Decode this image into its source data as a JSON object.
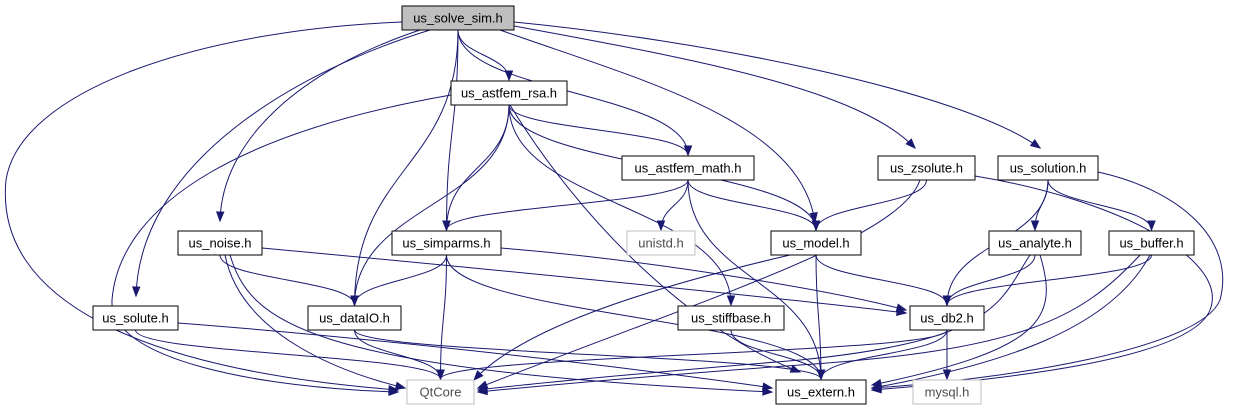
{
  "diagram": {
    "nodes": {
      "us_solve_sim": {
        "label": "us_solve_sim.h",
        "style": "root"
      },
      "us_astfem_rsa": {
        "label": "us_astfem_rsa.h",
        "style": "normal"
      },
      "us_astfem_math": {
        "label": "us_astfem_math.h",
        "style": "normal"
      },
      "us_zsolute": {
        "label": "us_zsolute.h",
        "style": "normal"
      },
      "us_solution": {
        "label": "us_solution.h",
        "style": "normal"
      },
      "us_noise": {
        "label": "us_noise.h",
        "style": "normal"
      },
      "us_simparms": {
        "label": "us_simparms.h",
        "style": "normal"
      },
      "unistd": {
        "label": "unistd.h",
        "style": "external"
      },
      "us_model": {
        "label": "us_model.h",
        "style": "normal"
      },
      "us_analyte": {
        "label": "us_analyte.h",
        "style": "normal"
      },
      "us_buffer": {
        "label": "us_buffer.h",
        "style": "normal"
      },
      "us_solute": {
        "label": "us_solute.h",
        "style": "normal"
      },
      "us_dataIO": {
        "label": "us_dataIO.h",
        "style": "normal"
      },
      "us_stiffbase": {
        "label": "us_stiffbase.h",
        "style": "normal"
      },
      "us_db2": {
        "label": "us_db2.h",
        "style": "normal"
      },
      "QtCore": {
        "label": "QtCore",
        "style": "external"
      },
      "us_extern": {
        "label": "us_extern.h",
        "style": "normal"
      },
      "mysql": {
        "label": "mysql.h",
        "style": "external"
      }
    },
    "edges": [
      [
        "us_solve_sim",
        "us_astfem_rsa"
      ],
      [
        "us_solve_sim",
        "us_astfem_math"
      ],
      [
        "us_solve_sim",
        "us_model"
      ],
      [
        "us_solve_sim",
        "us_zsolute"
      ],
      [
        "us_solve_sim",
        "us_solution"
      ],
      [
        "us_solve_sim",
        "us_noise"
      ],
      [
        "us_solve_sim",
        "us_simparms"
      ],
      [
        "us_solve_sim",
        "us_dataIO"
      ],
      [
        "us_solve_sim",
        "us_solute"
      ],
      [
        "us_solve_sim",
        "QtCore"
      ],
      [
        "us_astfem_rsa",
        "QtCore"
      ],
      [
        "us_astfem_rsa",
        "us_dataIO"
      ],
      [
        "us_astfem_rsa",
        "us_simparms"
      ],
      [
        "us_astfem_rsa",
        "us_astfem_math"
      ],
      [
        "us_astfem_rsa",
        "us_model"
      ],
      [
        "us_astfem_rsa",
        "us_stiffbase"
      ],
      [
        "us_astfem_rsa",
        "us_extern"
      ],
      [
        "us_astfem_math",
        "us_simparms"
      ],
      [
        "us_astfem_math",
        "unistd"
      ],
      [
        "us_astfem_math",
        "us_model"
      ],
      [
        "us_astfem_math",
        "us_extern"
      ],
      [
        "us_zsolute",
        "us_model"
      ],
      [
        "us_zsolute",
        "QtCore"
      ],
      [
        "us_zsolute",
        "us_extern"
      ],
      [
        "us_solution",
        "us_analyte"
      ],
      [
        "us_solution",
        "us_buffer"
      ],
      [
        "us_solution",
        "us_db2"
      ],
      [
        "us_solution",
        "us_extern"
      ],
      [
        "us_noise",
        "us_dataIO"
      ],
      [
        "us_noise",
        "us_db2"
      ],
      [
        "us_noise",
        "QtCore"
      ],
      [
        "us_noise",
        "us_extern"
      ],
      [
        "us_simparms",
        "us_dataIO"
      ],
      [
        "us_simparms",
        "QtCore"
      ],
      [
        "us_simparms",
        "us_db2"
      ],
      [
        "us_simparms",
        "us_extern"
      ],
      [
        "us_model",
        "QtCore"
      ],
      [
        "us_model",
        "us_db2"
      ],
      [
        "us_model",
        "us_extern"
      ],
      [
        "us_analyte",
        "us_db2"
      ],
      [
        "us_analyte",
        "QtCore"
      ],
      [
        "us_analyte",
        "us_extern"
      ],
      [
        "us_buffer",
        "us_db2"
      ],
      [
        "us_buffer",
        "QtCore"
      ],
      [
        "us_buffer",
        "us_extern"
      ],
      [
        "us_solute",
        "QtCore"
      ],
      [
        "us_solute",
        "us_extern"
      ],
      [
        "us_dataIO",
        "QtCore"
      ],
      [
        "us_dataIO",
        "us_extern"
      ],
      [
        "us_stiffbase",
        "us_extern"
      ],
      [
        "us_db2",
        "QtCore"
      ],
      [
        "us_db2",
        "us_extern"
      ],
      [
        "us_db2",
        "mysql"
      ]
    ],
    "colors": {
      "edge": "#191970",
      "root_fill": "#bfbfbf",
      "external_border": "#bfbfbf",
      "external_text": "#4d4d4d"
    }
  }
}
